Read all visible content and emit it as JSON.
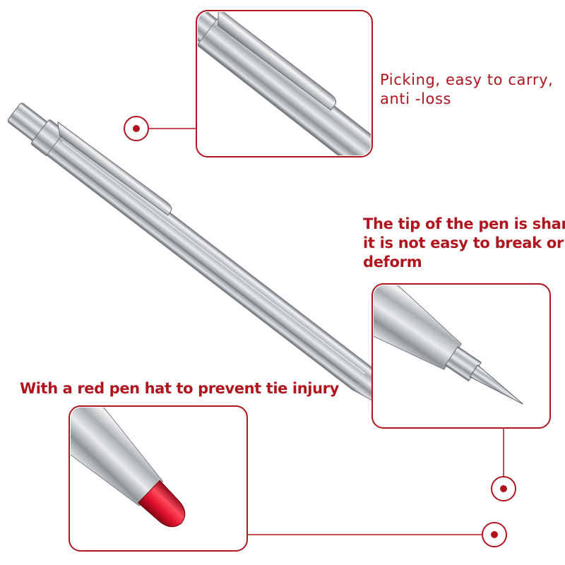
{
  "callouts": [
    {
      "id": "clip",
      "lines": [
        "Picking, easy to carry,",
        "anti -loss"
      ]
    },
    {
      "id": "tip",
      "lines": [
        "The tip of the pen is sharp,",
        "it is not easy to break or",
        "deform"
      ]
    },
    {
      "id": "cap",
      "lines": [
        "With a red pen hat to prevent tie injury"
      ]
    }
  ],
  "colors": {
    "accent": "#b0151f",
    "background": "#ffffff",
    "metal": "#c7c9cc",
    "cap": "#e1112b"
  }
}
